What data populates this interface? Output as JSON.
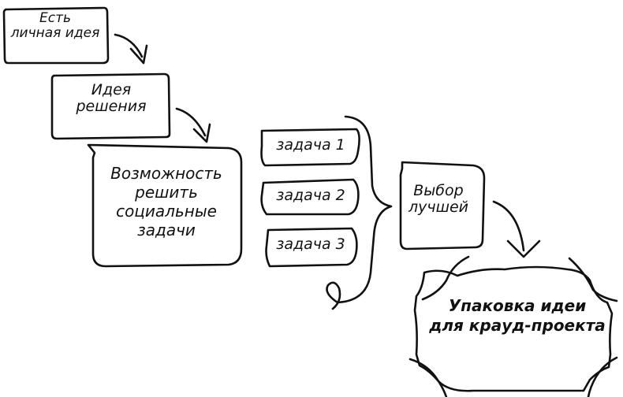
{
  "boxes": {
    "personal_idea": [
      "Есть",
      "личная идея"
    ],
    "solution_idea": [
      "Идея",
      "решения"
    ],
    "opportunity": [
      "Возможность",
      "решить",
      "социальные",
      "задачи"
    ],
    "tasks": [
      "задача 1",
      "задача 2",
      "задача 3"
    ],
    "choose_best": [
      "Выбор",
      "лучшей"
    ],
    "packaging": [
      "Упаковка идеи",
      "для крауд-проекта"
    ]
  }
}
